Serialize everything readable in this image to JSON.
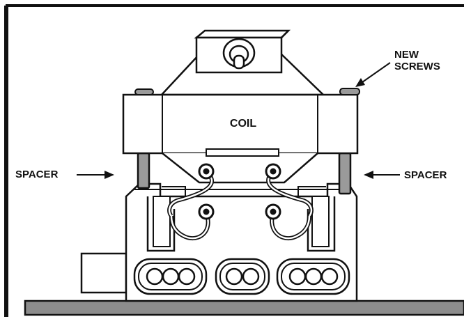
{
  "diagram": {
    "labels": {
      "coil": "COIL",
      "spacer_left": "SPACER",
      "spacer_right": "SPACER",
      "new_screws_line1": "NEW",
      "new_screws_line2": "SCREWS"
    },
    "colors": {
      "ink": "#111111",
      "paper": "#ffffff",
      "metal": "#9a9a9a",
      "base": "#8c8c8c"
    }
  }
}
